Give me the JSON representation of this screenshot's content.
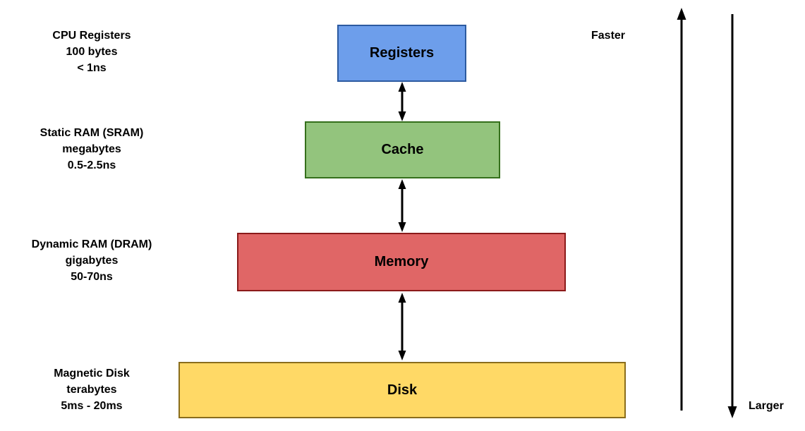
{
  "levels": [
    {
      "label": "Registers",
      "description": [
        "CPU Registers",
        "100 bytes",
        "< 1ns"
      ],
      "fill": "#6d9eeb",
      "border": "#2c5aa0"
    },
    {
      "label": "Cache",
      "description": [
        "Static RAM (SRAM)",
        "megabytes",
        "0.5-2.5ns"
      ],
      "fill": "#93c47d",
      "border": "#35701c"
    },
    {
      "label": "Memory",
      "description": [
        "Dynamic RAM (DRAM)",
        "gigabytes",
        "50-70ns"
      ],
      "fill": "#e06666",
      "border": "#8b1a1a"
    },
    {
      "label": "Disk",
      "description": [
        "Magnetic Disk",
        "terabytes",
        "5ms - 20ms"
      ],
      "fill": "#ffd966",
      "border": "#8a6d1c"
    }
  ],
  "axes": {
    "up_label": "Faster",
    "down_label": "Larger"
  },
  "arrow_color": "#000000"
}
